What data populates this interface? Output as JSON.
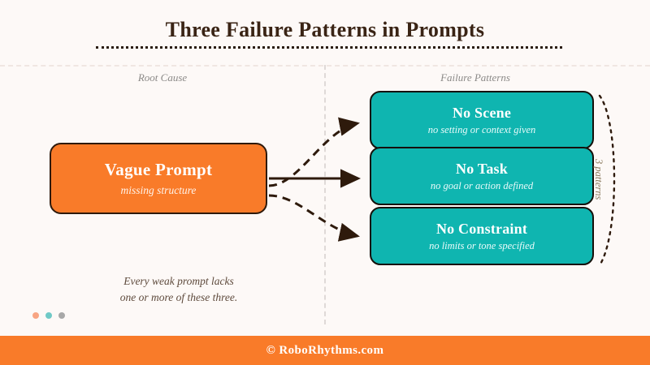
{
  "header": {
    "title": "Three Failure Patterns in Prompts"
  },
  "columns": {
    "root_label": "Root Cause",
    "failure_label": "Failure Patterns"
  },
  "root_cause": {
    "title": "Vague Prompt",
    "subtitle": "missing structure"
  },
  "patterns": [
    {
      "title": "No Scene",
      "subtitle": "no setting or context given"
    },
    {
      "title": "No Task",
      "subtitle": "no goal or action defined"
    },
    {
      "title": "No Constraint",
      "subtitle": "no limits or tone specified"
    }
  ],
  "bracket": {
    "label": "3 patterns"
  },
  "note": {
    "line1": "Every weak prompt lacks",
    "line2": "one or more of these three."
  },
  "dots": [
    {
      "name": "dot-orange",
      "color": "#F8A583"
    },
    {
      "name": "dot-teal",
      "color": "#6FC9C6"
    },
    {
      "name": "dot-gray",
      "color": "#A8A8A8"
    }
  ],
  "footer": {
    "text": "© RoboRhythms.com"
  },
  "colors": {
    "background": "#FDF9F7",
    "orange": "#F97B29",
    "teal": "#0FB5B0",
    "ink": "#2E1A0C",
    "title_text": "#3A2415"
  }
}
